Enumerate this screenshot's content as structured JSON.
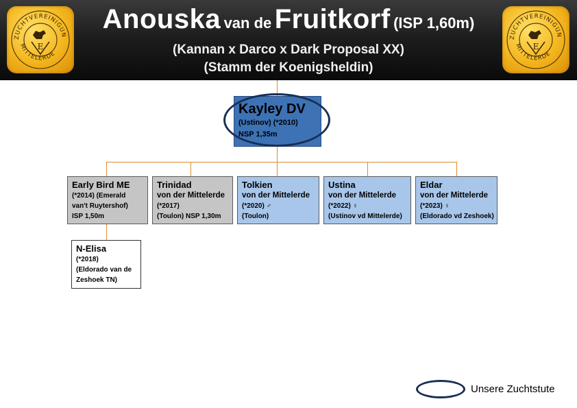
{
  "header": {
    "title_main_1": "Anouska",
    "title_mid_1": "van de",
    "title_main_2": "Fruitkorf",
    "title_small": "(ISP 1,60m)",
    "pedigree": "(Kannan x Darco x Dark Proposal XX)",
    "family": "(Stamm der Koenigsheldin)",
    "logo_text": "ZUCHTVEREINIGUNG MITTELERDE",
    "logo_initials": "ME"
  },
  "main_mare": {
    "name": "Kayley DV",
    "line1": "(Ustinov) (*2010)",
    "line2": "NSP 1,35m"
  },
  "offspring": [
    {
      "name": "Early Bird ME",
      "line1": "(*2014) (Emerald",
      "line2": "van't Ruytershof)",
      "line3": "ISP 1,50m",
      "style": "grey"
    },
    {
      "name": "Trinidad",
      "sub": "von der Mittelerde",
      "line1": "(*2017)",
      "line2": "(Toulon) NSP 1,30m",
      "style": "grey"
    },
    {
      "name": "Tolkien",
      "sub": "von der Mittelerde",
      "line1": "(*2020) ♂",
      "line2": "(Toulon)",
      "style": "blue"
    },
    {
      "name": "Ustina",
      "sub": "von der Mittelerde",
      "line1": "(*2022) ♀",
      "line2": "(Ustinov vd Mittelerde)",
      "style": "blue"
    },
    {
      "name": "Eldar",
      "sub": "von der Mittelerde",
      "line1": "(*2023) ♀",
      "line2": "(Eldorado vd Zeshoek)",
      "style": "blue"
    }
  ],
  "grand_offspring": {
    "name": "N-Elisa",
    "line1": "(*2018)",
    "line2": "(Eldorado van de",
    "line3": "Zeshoek TN)"
  },
  "legend": {
    "label": "Unsere Zuchtstute",
    "color": "#1a2f55"
  },
  "colors": {
    "header_bg": "#1e1e1e",
    "connector": "#e08a2c",
    "main_box": "#3d72b5",
    "grey_box": "#c5c5c5",
    "blue_box": "#a8c6ea",
    "logo_gold": "#f3b51d"
  }
}
